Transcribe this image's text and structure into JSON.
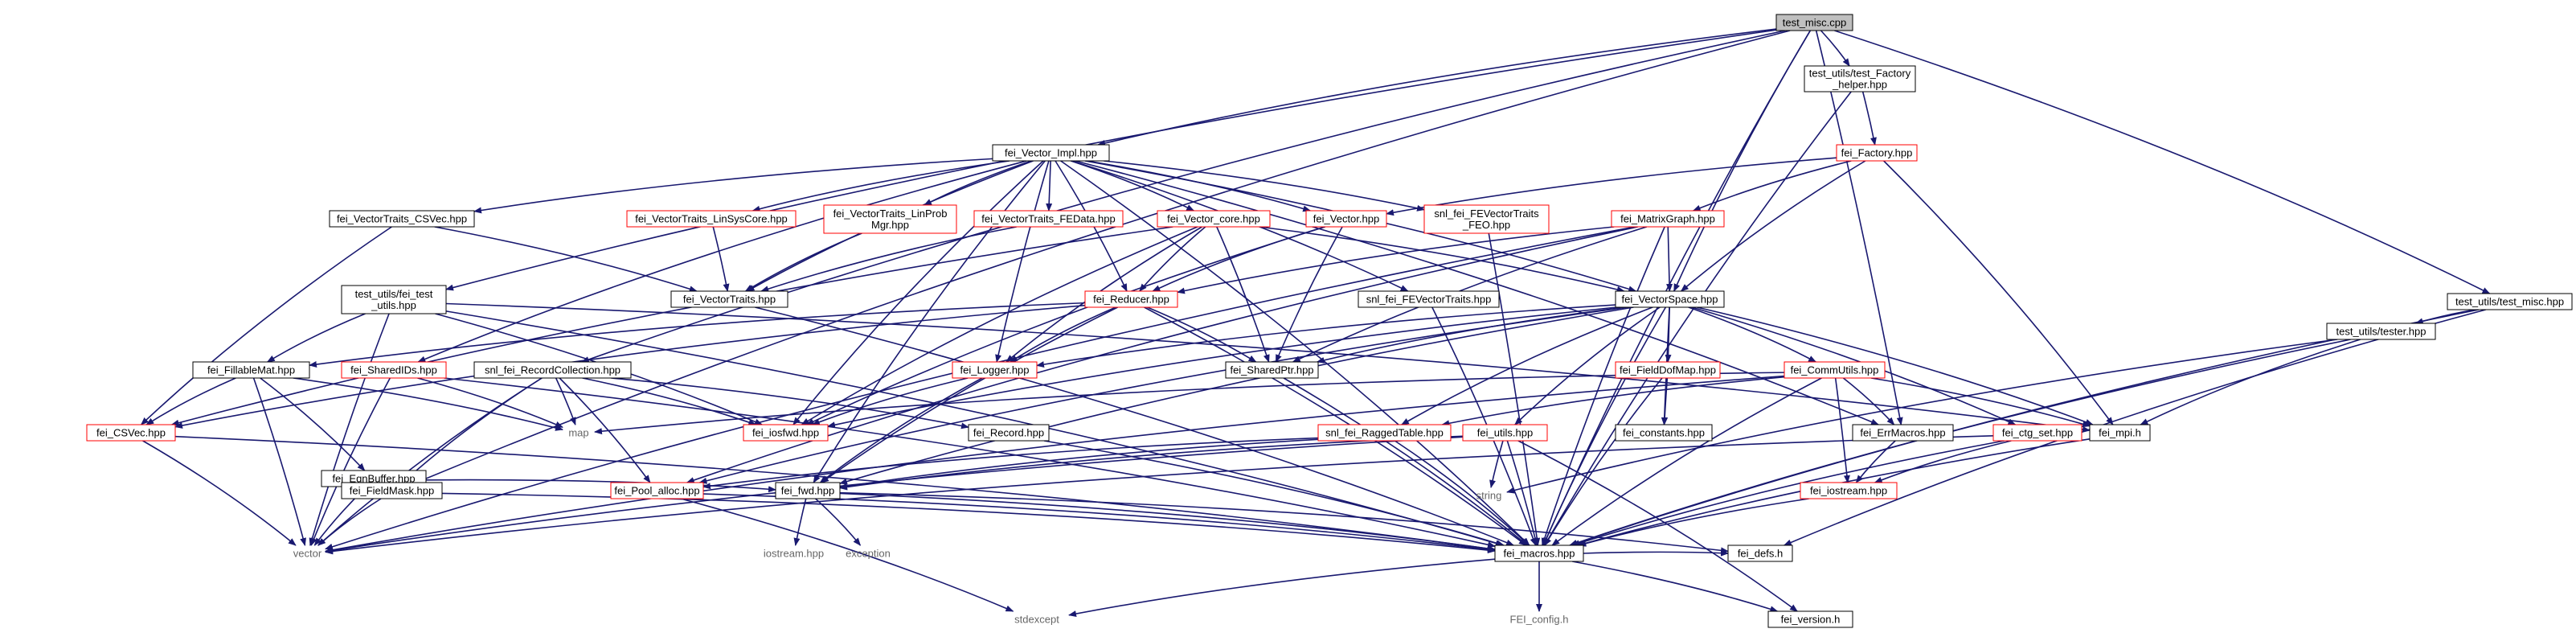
{
  "colors": {
    "edge": "#191970",
    "root_fill": "#bfbfbf",
    "normal_border": "#000000",
    "truncated_border": "#ff0000",
    "external_text": "#666666"
  },
  "nodes": [
    {
      "id": "root",
      "label": "test_misc.cpp",
      "style": "root"
    },
    {
      "id": "tu_factory_helper",
      "label": "test_utils/test_Factory\n_helper.hpp",
      "style": "normal"
    },
    {
      "id": "vector_impl",
      "label": "fei_Vector_Impl.hpp",
      "style": "normal"
    },
    {
      "id": "fei_factory",
      "label": "fei_Factory.hpp",
      "style": "truncated"
    },
    {
      "id": "tu_test_misc",
      "label": "test_utils/test_misc.hpp",
      "style": "normal"
    },
    {
      "id": "vt_csvec",
      "label": "fei_VectorTraits_CSVec.hpp",
      "style": "normal"
    },
    {
      "id": "vt_linsyscore",
      "label": "fei_VectorTraits_LinSysCore.hpp",
      "style": "truncated"
    },
    {
      "id": "vt_linprobmgr",
      "label": "fei_VectorTraits_LinProb\nMgr.hpp",
      "style": "truncated"
    },
    {
      "id": "vt_fedata",
      "label": "fei_VectorTraits_FEData.hpp",
      "style": "truncated"
    },
    {
      "id": "vector_core",
      "label": "fei_Vector_core.hpp",
      "style": "truncated"
    },
    {
      "id": "fei_vector",
      "label": "fei_Vector.hpp",
      "style": "truncated"
    },
    {
      "id": "snl_fevt_feo",
      "label": "snl_fei_FEVectorTraits\n_FEO.hpp",
      "style": "truncated"
    },
    {
      "id": "matrixgraph",
      "label": "fei_MatrixGraph.hpp",
      "style": "truncated"
    },
    {
      "id": "tu_fei_test_utils",
      "label": "test_utils/fei_test\n_utils.hpp",
      "style": "normal"
    },
    {
      "id": "vectortraits",
      "label": "fei_VectorTraits.hpp",
      "style": "normal"
    },
    {
      "id": "reducer",
      "label": "fei_Reducer.hpp",
      "style": "truncated"
    },
    {
      "id": "snl_fevt",
      "label": "snl_fei_FEVectorTraits.hpp",
      "style": "normal"
    },
    {
      "id": "vectorspace",
      "label": "fei_VectorSpace.hpp",
      "style": "normal"
    },
    {
      "id": "tu_tester",
      "label": "test_utils/tester.hpp",
      "style": "normal"
    },
    {
      "id": "fillablemat",
      "label": "fei_FillableMat.hpp",
      "style": "normal"
    },
    {
      "id": "sharedids",
      "label": "fei_SharedIDs.hpp",
      "style": "truncated"
    },
    {
      "id": "snl_recordcoll",
      "label": "snl_fei_RecordCollection.hpp",
      "style": "normal"
    },
    {
      "id": "logger",
      "label": "fei_Logger.hpp",
      "style": "truncated"
    },
    {
      "id": "sharedptr",
      "label": "fei_SharedPtr.hpp",
      "style": "normal"
    },
    {
      "id": "fielddofmap",
      "label": "fei_FieldDofMap.hpp",
      "style": "truncated"
    },
    {
      "id": "commutils",
      "label": "fei_CommUtils.hpp",
      "style": "truncated"
    },
    {
      "id": "csvec",
      "label": "fei_CSVec.hpp",
      "style": "truncated"
    },
    {
      "id": "map",
      "label": "map",
      "style": "external"
    },
    {
      "id": "iosfwd",
      "label": "fei_iosfwd.hpp",
      "style": "truncated"
    },
    {
      "id": "record",
      "label": "fei_Record.hpp",
      "style": "normal"
    },
    {
      "id": "constants",
      "label": "fei_constants.hpp",
      "style": "normal"
    },
    {
      "id": "raggedtable",
      "label": "snl_fei_RaggedTable.hpp",
      "style": "truncated"
    },
    {
      "id": "utils",
      "label": "fei_utils.hpp",
      "style": "truncated"
    },
    {
      "id": "errmacros",
      "label": "fei_ErrMacros.hpp",
      "style": "normal"
    },
    {
      "id": "ctg_set",
      "label": "fei_ctg_set.hpp",
      "style": "truncated"
    },
    {
      "id": "mpi",
      "label": "fei_mpi.h",
      "style": "normal"
    },
    {
      "id": "eqnbuffer",
      "label": "fei_EqnBuffer.hpp",
      "style": "normal"
    },
    {
      "id": "fwd",
      "label": "fei_fwd.hpp",
      "style": "normal"
    },
    {
      "id": "string",
      "label": "string",
      "style": "external"
    },
    {
      "id": "iostream",
      "label": "fei_iostream.hpp",
      "style": "truncated"
    },
    {
      "id": "fieldmask",
      "label": "fei_FieldMask.hpp",
      "style": "normal"
    },
    {
      "id": "pool_alloc",
      "label": "fei_Pool_alloc.hpp",
      "style": "truncated"
    },
    {
      "id": "vector",
      "label": "vector",
      "style": "external"
    },
    {
      "id": "macros",
      "label": "fei_macros.hpp",
      "style": "normal"
    },
    {
      "id": "defs",
      "label": "fei_defs.h",
      "style": "normal"
    },
    {
      "id": "std_iostream",
      "label": "iostream.hpp",
      "style": "external"
    },
    {
      "id": "exception",
      "label": "exception",
      "style": "external"
    },
    {
      "id": "stdexcept",
      "label": "stdexcept",
      "style": "external"
    },
    {
      "id": "fei_config",
      "label": "FEI_config.h",
      "style": "external"
    },
    {
      "id": "version",
      "label": "fei_version.h",
      "style": "normal"
    }
  ],
  "edges": [
    [
      "root",
      "tu_factory_helper"
    ],
    [
      "root",
      "vector_impl"
    ],
    [
      "root",
      "tu_test_misc"
    ],
    [
      "root",
      "tu_fei_test_utils"
    ],
    [
      "root",
      "vectorspace"
    ],
    [
      "root",
      "fieldmask"
    ],
    [
      "root",
      "errmacros"
    ],
    [
      "root",
      "macros"
    ],
    [
      "root",
      "snl_recordcoll"
    ],
    [
      "tu_factory_helper",
      "fei_factory"
    ],
    [
      "tu_factory_helper",
      "macros"
    ],
    [
      "fei_factory",
      "fei_vector"
    ],
    [
      "fei_factory",
      "matrixgraph"
    ],
    [
      "fei_factory",
      "vectorspace"
    ],
    [
      "fei_factory",
      "mpi"
    ],
    [
      "vector_impl",
      "vt_csvec"
    ],
    [
      "vector_impl",
      "vt_linsyscore"
    ],
    [
      "vector_impl",
      "vt_linprobmgr"
    ],
    [
      "vector_impl",
      "vt_fedata"
    ],
    [
      "vector_impl",
      "vector_core"
    ],
    [
      "vector_impl",
      "fei_vector"
    ],
    [
      "vector_impl",
      "snl_fevt_feo"
    ],
    [
      "vector_impl",
      "snl_fevt"
    ],
    [
      "vector_impl",
      "vectortraits"
    ],
    [
      "vector_impl",
      "reducer"
    ],
    [
      "vector_impl",
      "vectorspace"
    ],
    [
      "vector_impl",
      "errmacros"
    ],
    [
      "vector_impl",
      "logger"
    ],
    [
      "vector_impl",
      "iosfwd"
    ],
    [
      "vector_impl",
      "fwd"
    ],
    [
      "vector_impl",
      "macros"
    ],
    [
      "vector_impl",
      "sharedids"
    ],
    [
      "vt_csvec",
      "vectortraits"
    ],
    [
      "vt_csvec",
      "csvec"
    ],
    [
      "vt_linsyscore",
      "vectortraits"
    ],
    [
      "vt_linprobmgr",
      "vectortraits"
    ],
    [
      "vt_fedata",
      "vectortraits"
    ],
    [
      "vector_core",
      "reducer"
    ],
    [
      "vector_core",
      "vectorspace"
    ],
    [
      "vector_core",
      "logger"
    ],
    [
      "vector_core",
      "sharedptr"
    ],
    [
      "vector_core",
      "iosfwd"
    ],
    [
      "vector_core",
      "csvec"
    ],
    [
      "fei_vector",
      "reducer"
    ],
    [
      "fei_vector",
      "sharedptr"
    ],
    [
      "fei_vector",
      "iosfwd"
    ],
    [
      "snl_fevt_feo",
      "macros"
    ],
    [
      "matrixgraph",
      "reducer"
    ],
    [
      "matrixgraph",
      "vectorspace"
    ],
    [
      "matrixgraph",
      "sharedptr"
    ],
    [
      "matrixgraph",
      "macros"
    ],
    [
      "matrixgraph",
      "pool_alloc"
    ],
    [
      "matrixgraph",
      "vector"
    ],
    [
      "tu_test_misc",
      "tu_tester"
    ],
    [
      "tu_test_misc",
      "macros"
    ],
    [
      "tu_test_misc",
      "defs"
    ],
    [
      "tu_fei_test_utils",
      "fillablemat"
    ],
    [
      "tu_fei_test_utils",
      "mpi"
    ],
    [
      "tu_fei_test_utils",
      "macros"
    ],
    [
      "tu_fei_test_utils",
      "vector"
    ],
    [
      "tu_fei_test_utils",
      "iosfwd"
    ],
    [
      "vectortraits",
      "macros"
    ],
    [
      "reducer",
      "fillablemat"
    ],
    [
      "reducer",
      "csvec"
    ],
    [
      "reducer",
      "logger"
    ],
    [
      "reducer",
      "sharedptr"
    ],
    [
      "reducer",
      "fwd"
    ],
    [
      "reducer",
      "macros"
    ],
    [
      "snl_fevt",
      "macros"
    ],
    [
      "vectorspace",
      "logger"
    ],
    [
      "vectorspace",
      "sharedptr"
    ],
    [
      "vectorspace",
      "fielddofmap"
    ],
    [
      "vectorspace",
      "commutils"
    ],
    [
      "vectorspace",
      "constants"
    ],
    [
      "vectorspace",
      "raggedtable"
    ],
    [
      "vectorspace",
      "utils"
    ],
    [
      "vectorspace",
      "ctg_set"
    ],
    [
      "vectorspace",
      "pool_alloc"
    ],
    [
      "vectorspace",
      "fwd"
    ],
    [
      "vectorspace",
      "macros"
    ],
    [
      "vectorspace",
      "iosfwd"
    ],
    [
      "vectorspace",
      "mpi"
    ],
    [
      "tu_tester",
      "mpi"
    ],
    [
      "tu_tester",
      "string"
    ],
    [
      "tu_tester",
      "macros"
    ],
    [
      "fillablemat",
      "csvec"
    ],
    [
      "fillablemat",
      "eqnbuffer"
    ],
    [
      "fillablemat",
      "map"
    ],
    [
      "fillablemat",
      "vector"
    ],
    [
      "sharedids",
      "map"
    ],
    [
      "sharedids",
      "vector"
    ],
    [
      "sharedids",
      "macros"
    ],
    [
      "snl_recordcoll",
      "map"
    ],
    [
      "snl_recordcoll",
      "vector"
    ],
    [
      "snl_recordcoll",
      "record"
    ],
    [
      "snl_recordcoll",
      "iosfwd"
    ],
    [
      "snl_recordcoll",
      "pool_alloc"
    ],
    [
      "snl_recordcoll",
      "fieldmask"
    ],
    [
      "logger",
      "iosfwd"
    ],
    [
      "logger",
      "fwd"
    ],
    [
      "sharedptr",
      "macros"
    ],
    [
      "fielddofmap",
      "constants"
    ],
    [
      "fielddofmap",
      "macros"
    ],
    [
      "commutils",
      "mpi"
    ],
    [
      "commutils",
      "errmacros"
    ],
    [
      "commutils",
      "iostream"
    ],
    [
      "commutils",
      "raggedtable"
    ],
    [
      "commutils",
      "vector"
    ],
    [
      "commutils",
      "map"
    ],
    [
      "commutils",
      "macros"
    ],
    [
      "csvec",
      "vector"
    ],
    [
      "csvec",
      "macros"
    ],
    [
      "record",
      "macros"
    ],
    [
      "raggedtable",
      "macros"
    ],
    [
      "raggedtable",
      "fwd"
    ],
    [
      "raggedtable",
      "pool_alloc"
    ],
    [
      "utils",
      "string"
    ],
    [
      "utils",
      "vector"
    ],
    [
      "utils",
      "macros"
    ],
    [
      "utils",
      "fwd"
    ],
    [
      "utils",
      "version"
    ],
    [
      "errmacros",
      "iostream"
    ],
    [
      "ctg_set",
      "iostream"
    ],
    [
      "ctg_set",
      "vector"
    ],
    [
      "ctg_set",
      "macros"
    ],
    [
      "mpi",
      "macros"
    ],
    [
      "eqnbuffer",
      "fwd"
    ],
    [
      "eqnbuffer",
      "vector"
    ],
    [
      "fwd",
      "std_iostream"
    ],
    [
      "fwd",
      "exception"
    ],
    [
      "fwd",
      "macros"
    ],
    [
      "fwd",
      "defs"
    ],
    [
      "iostream",
      "macros"
    ],
    [
      "fieldmask",
      "vector"
    ],
    [
      "fieldmask",
      "macros"
    ],
    [
      "pool_alloc",
      "stdexcept"
    ],
    [
      "pool_alloc",
      "macros"
    ],
    [
      "macros",
      "stdexcept"
    ],
    [
      "macros",
      "fei_config"
    ],
    [
      "macros",
      "version"
    ],
    [
      "macros",
      "defs"
    ]
  ]
}
